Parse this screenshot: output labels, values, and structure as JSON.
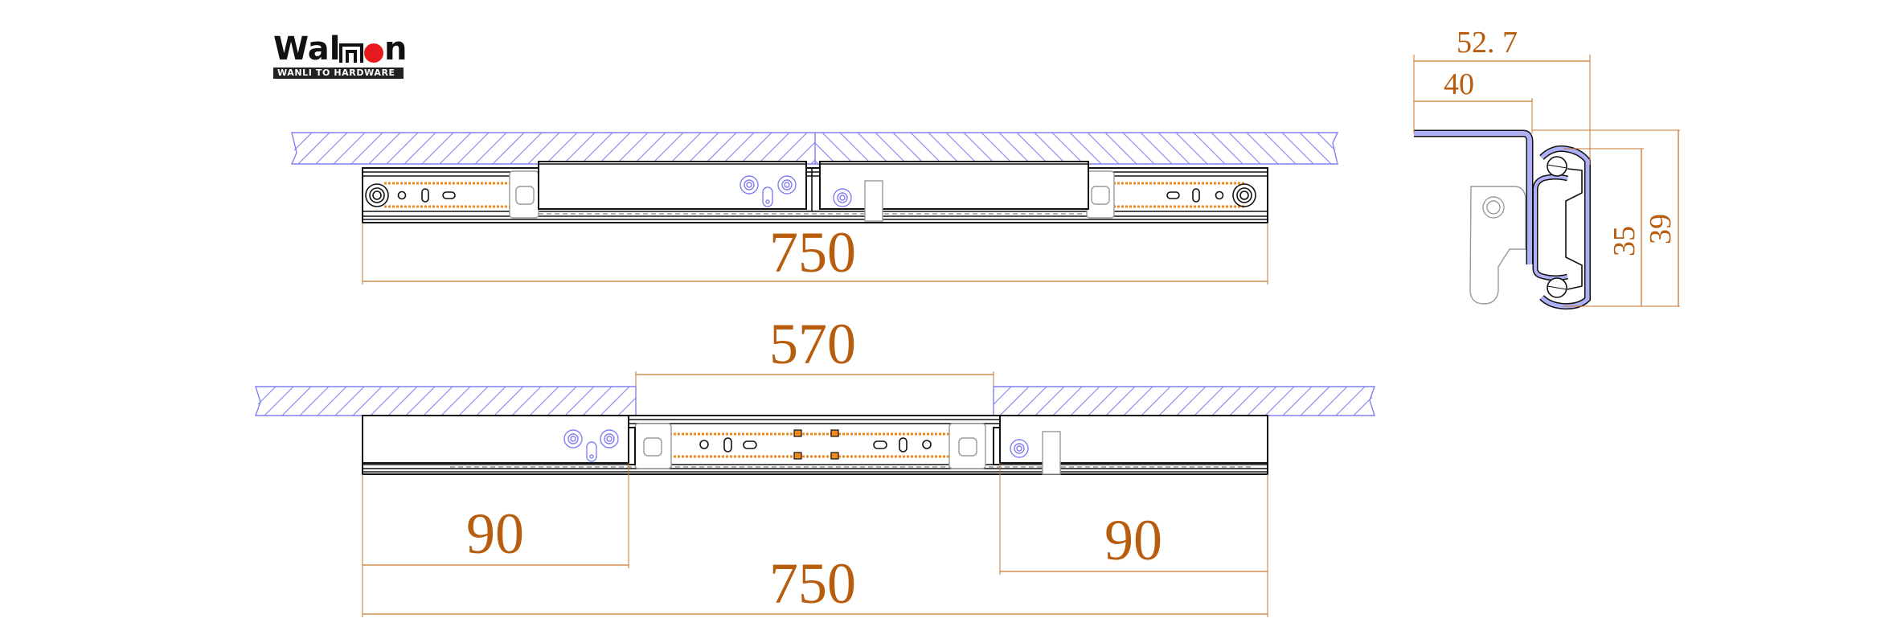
{
  "logo": {
    "brand_start": "Wal",
    "brand_end": "n",
    "tagline": "WANLI TO HARDWARE",
    "dot_color": "#e8191d"
  },
  "closed_view": {
    "length_label": "750"
  },
  "open_view": {
    "extension_label": "570",
    "left_overlap_label": "90",
    "right_overlap_label": "90",
    "length_label": "750"
  },
  "profile_view": {
    "width_outer_label": "52. 7",
    "width_inner_label": "40",
    "height_rail_label": "35",
    "height_total_label": "39"
  },
  "colors": {
    "dimension": "#b85c0e",
    "hatch": "#8a8af2",
    "outline": "#111111"
  }
}
